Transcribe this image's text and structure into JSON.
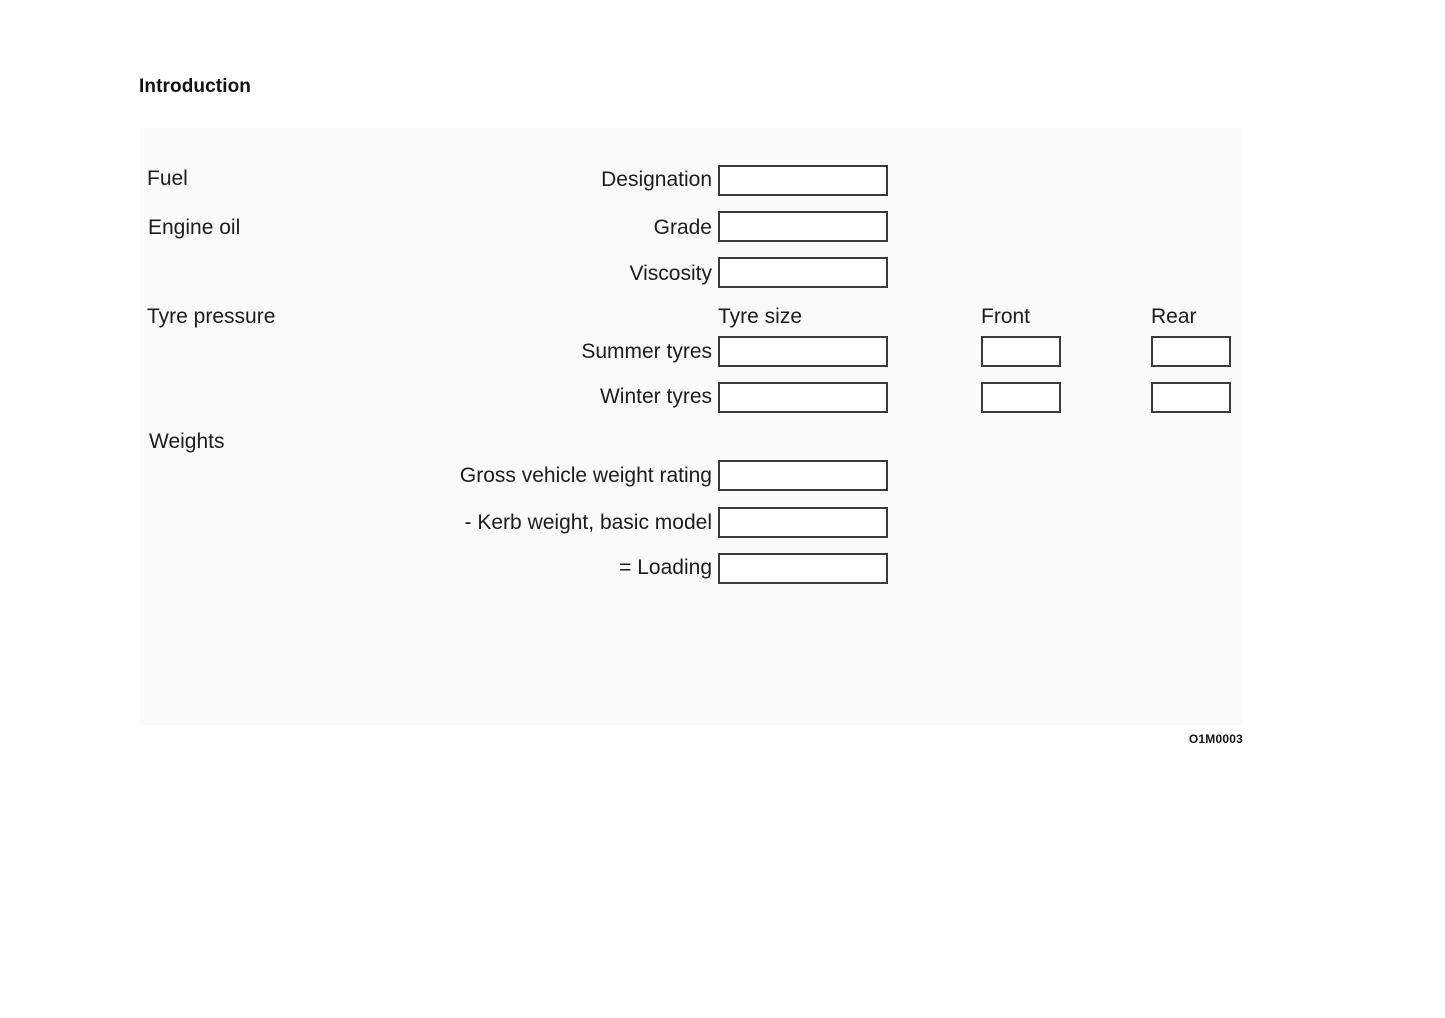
{
  "page": {
    "title": "Introduction",
    "figure_code": "O1M0003",
    "background_color": "#ffffff",
    "panel_color": "#fafafa",
    "text_color": "#1c1c1c",
    "box_border_color": "#3a3a3a",
    "box_fill_color": "#ffffff"
  },
  "sections": {
    "fuel": {
      "label": "Fuel",
      "fields": [
        {
          "label": "Designation",
          "value": ""
        }
      ]
    },
    "engine_oil": {
      "label": "Engine oil",
      "fields": [
        {
          "label": "Grade",
          "value": ""
        },
        {
          "label": "Viscosity",
          "value": ""
        }
      ]
    },
    "tyre_pressure": {
      "label": "Tyre pressure",
      "column_headers": [
        "Tyre size",
        "Front",
        "Rear"
      ],
      "rows": [
        {
          "label": "Summer tyres",
          "tyre_size": "",
          "front": "",
          "rear": ""
        },
        {
          "label": "Winter tyres",
          "tyre_size": "",
          "front": "",
          "rear": ""
        }
      ]
    },
    "weights": {
      "label": "Weights",
      "fields": [
        {
          "label": "Gross vehicle weight rating",
          "value": ""
        },
        {
          "label": "- Kerb weight, basic model",
          "value": ""
        },
        {
          "label": "= Loading",
          "value": ""
        }
      ]
    }
  }
}
